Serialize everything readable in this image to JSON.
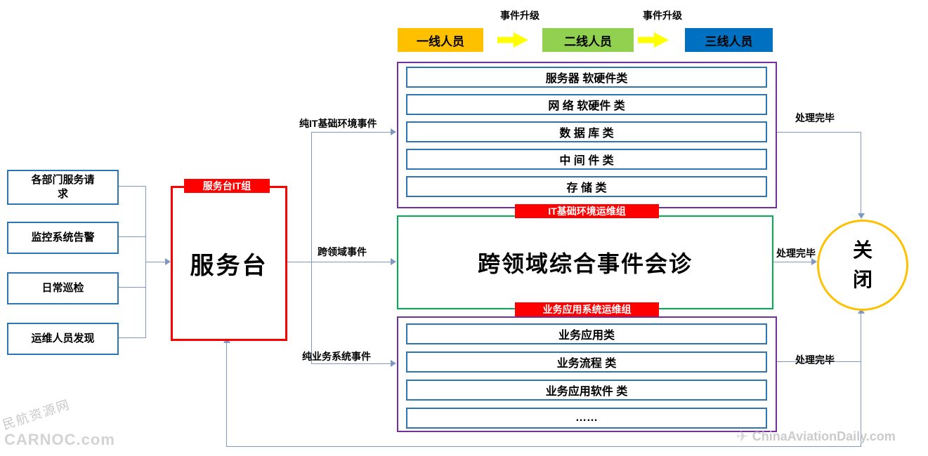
{
  "colors": {
    "connector_line": "#7E99C4",
    "red_accent": "#FF0000",
    "purple_border": "#7030A0",
    "green_border": "#00B050",
    "blue_box_border": "#2E75B6",
    "tier1_fill": "#FFC000",
    "tier2_fill": "#92D050",
    "tier3_fill": "#0070C0",
    "block_arrow_fill": "#FFFF00",
    "close_circle_border": "#FFC000"
  },
  "escalation": {
    "arrow_label": "事件升级",
    "levels": [
      {
        "label": "一线人员"
      },
      {
        "label": "二线人员"
      },
      {
        "label": "三线人员"
      }
    ]
  },
  "sources": {
    "items": [
      {
        "label": "各部门服务请\n求"
      },
      {
        "label": "监控系统告警"
      },
      {
        "label": "日常巡检"
      },
      {
        "label": "运维人员发现"
      }
    ]
  },
  "service_desk": {
    "label": "服务台",
    "tag": "服务台IT组"
  },
  "branches": {
    "it_label": "纯IT基础环境事件",
    "cross_label": "跨领域事件",
    "biz_label": "纯业务系统事件"
  },
  "it_group": {
    "tag": "IT基础环境运维组",
    "items": [
      "服务器 软硬件类",
      "网 络 软硬件 类",
      "数 据 库 类",
      "中 间 件 类",
      "存 储 类"
    ]
  },
  "diagnosis": {
    "label": "跨领域综合事件会诊"
  },
  "biz_group": {
    "tag": "业务应用系统运维组",
    "items": [
      "业务应用类",
      "业务流程 类",
      "业务应用软件 类",
      "……"
    ]
  },
  "done_label": "处理完毕",
  "close": {
    "label": "关\n闭"
  },
  "watermarks": {
    "left_cn": "民航资源网",
    "left_en": "CARNOC.com",
    "right": "ChinaAviationDaily.com"
  }
}
